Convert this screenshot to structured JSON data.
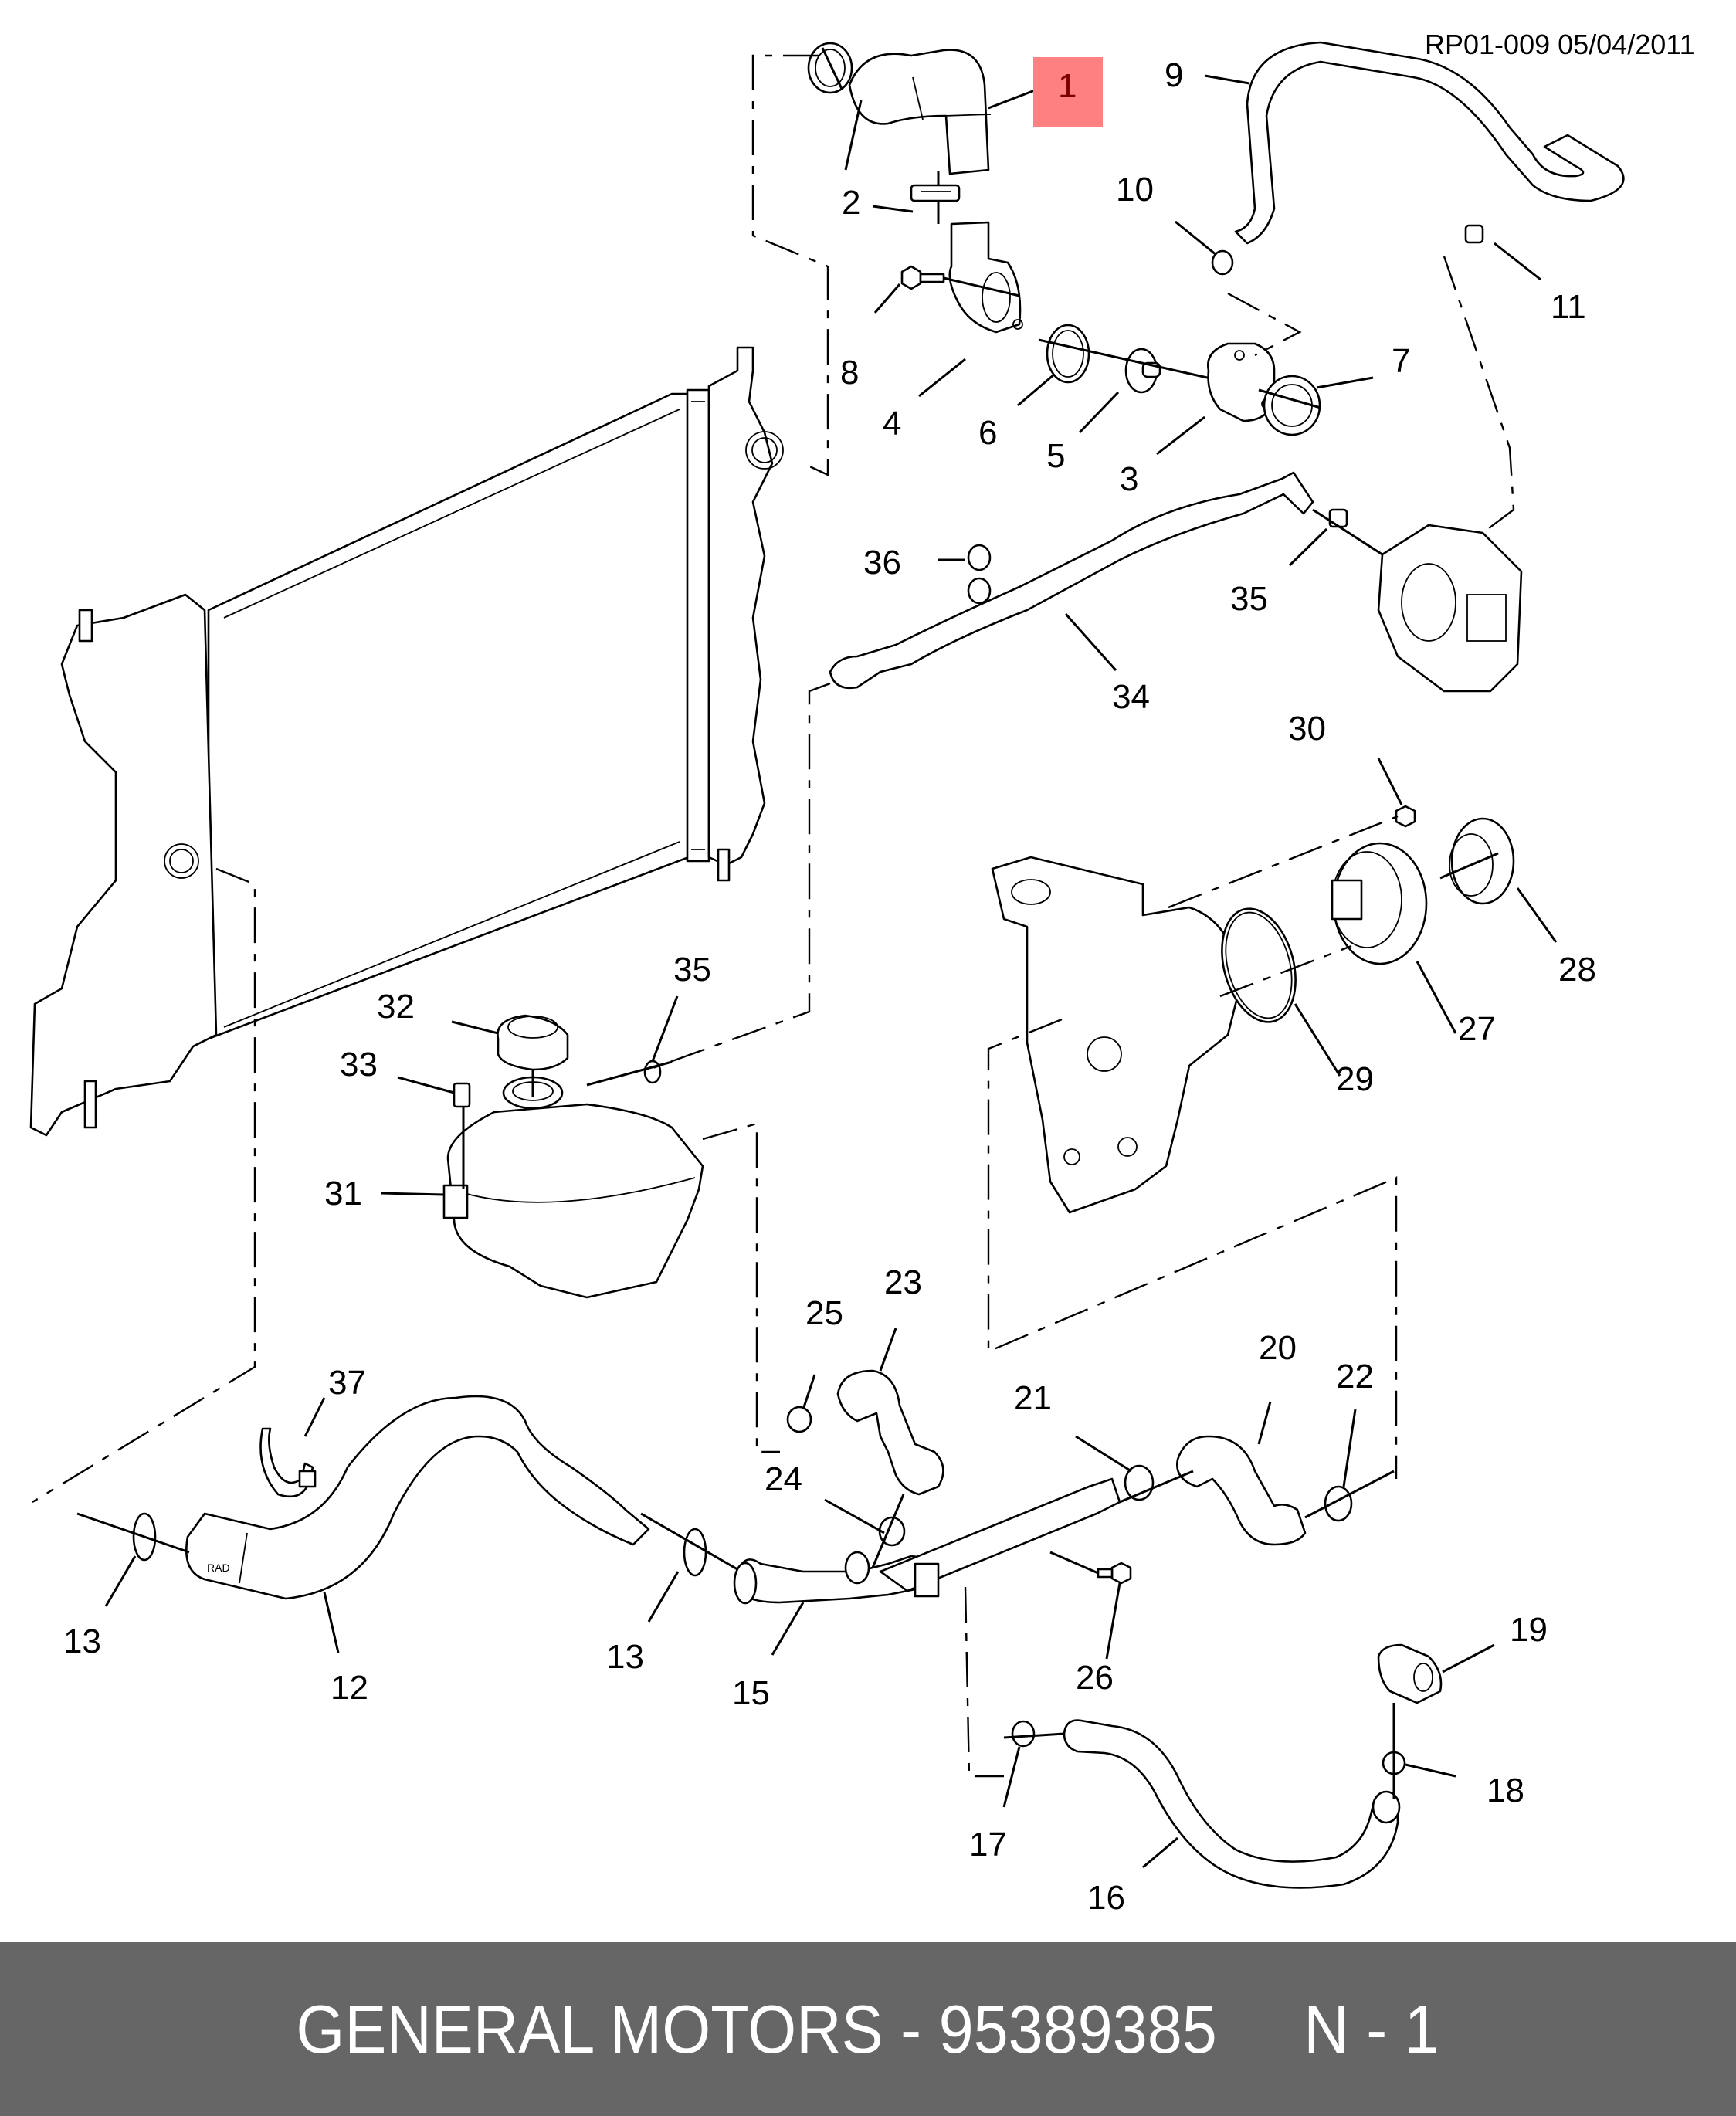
{
  "diagram": {
    "reference": "RP01-009 05/04/2011",
    "highlight_color": "#ff8080",
    "highlighted_callout": "1",
    "hose_marking": "RAD",
    "callouts": [
      {
        "id": "1",
        "label": "1",
        "highlighted": true
      },
      {
        "id": "2",
        "label": "2"
      },
      {
        "id": "3",
        "label": "3"
      },
      {
        "id": "4",
        "label": "4"
      },
      {
        "id": "5",
        "label": "5"
      },
      {
        "id": "6",
        "label": "6"
      },
      {
        "id": "7",
        "label": "7"
      },
      {
        "id": "8",
        "label": "8"
      },
      {
        "id": "9",
        "label": "9"
      },
      {
        "id": "10",
        "label": "10"
      },
      {
        "id": "11",
        "label": "11"
      },
      {
        "id": "12",
        "label": "12"
      },
      {
        "id": "13a",
        "label": "13"
      },
      {
        "id": "13b",
        "label": "13"
      },
      {
        "id": "15",
        "label": "15"
      },
      {
        "id": "16",
        "label": "16"
      },
      {
        "id": "17",
        "label": "17"
      },
      {
        "id": "18",
        "label": "18"
      },
      {
        "id": "19",
        "label": "19"
      },
      {
        "id": "20",
        "label": "20"
      },
      {
        "id": "21",
        "label": "21"
      },
      {
        "id": "22",
        "label": "22"
      },
      {
        "id": "23",
        "label": "23"
      },
      {
        "id": "24",
        "label": "24"
      },
      {
        "id": "25",
        "label": "25"
      },
      {
        "id": "26",
        "label": "26"
      },
      {
        "id": "27",
        "label": "27"
      },
      {
        "id": "28",
        "label": "28"
      },
      {
        "id": "29",
        "label": "29"
      },
      {
        "id": "30",
        "label": "30"
      },
      {
        "id": "31",
        "label": "31"
      },
      {
        "id": "32",
        "label": "32"
      },
      {
        "id": "33",
        "label": "33"
      },
      {
        "id": "34",
        "label": "34"
      },
      {
        "id": "35a",
        "label": "35"
      },
      {
        "id": "35b",
        "label": "35"
      },
      {
        "id": "36",
        "label": "36"
      },
      {
        "id": "37",
        "label": "37"
      }
    ]
  },
  "footer": {
    "text": "GENERAL MOTORS - 95389385     N - 1",
    "background": "#666666",
    "text_color": "#ffffff"
  }
}
